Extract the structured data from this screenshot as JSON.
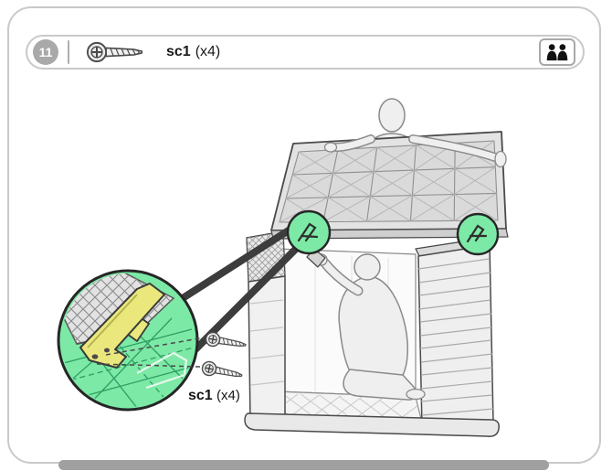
{
  "page": {
    "background": "#ffffff",
    "frame_color": "#c9c9c9"
  },
  "header": {
    "step_number": "11",
    "part_code": "sc1",
    "part_qty": "(x4)",
    "screw_icon": "flat-head-screw-icon",
    "people_icon": "two-adults-icon"
  },
  "callout": {
    "part_code": "sc1",
    "part_qty": "(x4)",
    "screw_icon": "flat-head-screw-icon",
    "magnifier_icon": "zoom-detail-circle"
  },
  "colors": {
    "highlight_green": "#7ce9a6",
    "pattern_green": "#2f9e63",
    "hinge_yellow": "#eae87c",
    "beam_dark": "#3d3d3d",
    "badge_gray": "#a9a9a9",
    "page_edge_gray": "#a0a0a0"
  }
}
